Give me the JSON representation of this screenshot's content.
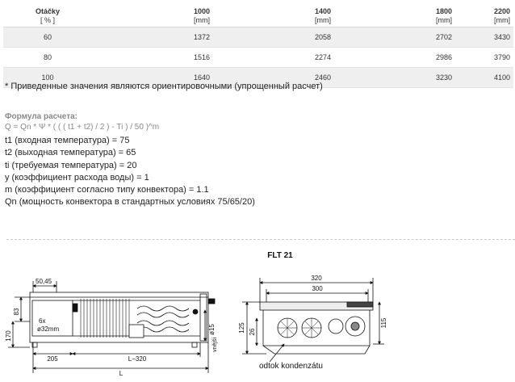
{
  "table": {
    "headers": [
      {
        "label": "Otáčky",
        "unit": "[ % ]"
      },
      {
        "label": "1000",
        "unit": "[mm]"
      },
      {
        "label": "1400",
        "unit": "[mm]"
      },
      {
        "label": "1800",
        "unit": "[mm]"
      },
      {
        "label": "2200",
        "unit": "[mm]"
      }
    ],
    "rows": [
      [
        "60",
        "1372",
        "2058",
        "2702",
        "3430"
      ],
      [
        "80",
        "1516",
        "2274",
        "2986",
        "3790"
      ],
      [
        "100",
        "1640",
        "2460",
        "3230",
        "4100"
      ]
    ]
  },
  "note": "* Приведенные значения являются ориентировочными (упрощенный расчет)",
  "formula": {
    "title": "Формула расчета:",
    "text": "Q = Qn * Ψ * ( ( ( t1 + t2) / 2 ) - Ti ) / 50 )^m"
  },
  "params": [
    "t1 (входная температура) = 75",
    "t2 (выходная температура) = 65",
    "ti (требуемая температура) = 20",
    "y (коэффициент расхода воды) = 1",
    "m (коэффициент согласно типу конвектора) = 1.1",
    "Qn (мощность конвектора в стандартных условиях 75/65/20)"
  ],
  "drawing": {
    "title": "FLT 21",
    "left_view": {
      "dims": {
        "d1": "50,45",
        "d2": "83",
        "d3": "170",
        "d4": "6x",
        "d5": "ø32mm",
        "d6": "205",
        "d7": "L−320",
        "d8": "L",
        "d9": "vnější",
        "d10": "ø15"
      }
    },
    "right_view": {
      "dims": {
        "w1": "320",
        "w2": "300",
        "h1": "125",
        "h2": "26",
        "h3": "115",
        "label": "odtok kondenzátu"
      }
    }
  }
}
